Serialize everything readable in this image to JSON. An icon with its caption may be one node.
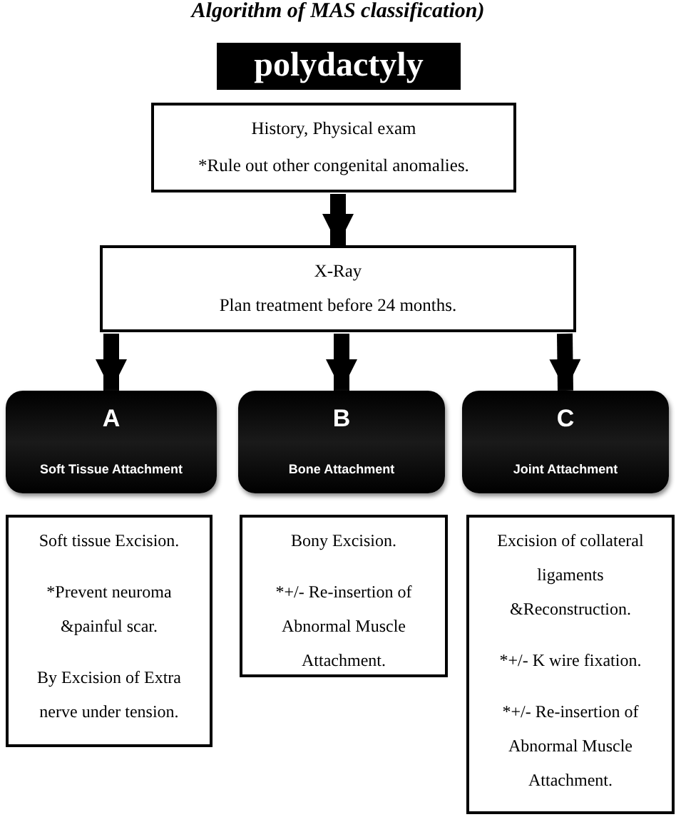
{
  "diagram": {
    "title": "Algorithm of MAS classification)",
    "nodes": [
      {
        "text": [
          "polydactyly"
        ]
      },
      {
        "text": [
          "History, Physical exam",
          "*Rule out other congenital anomalies."
        ]
      },
      {
        "text": [
          "X-Ray",
          "Plan treatment before 24 months."
        ]
      },
      {
        "text": [
          "A",
          "Soft Tissue Attachment"
        ]
      },
      {
        "text": [
          "B",
          "Bone Attachment"
        ]
      },
      {
        "text": [
          "C",
          "Joint Attachment"
        ]
      },
      {
        "text": [
          "Soft tissue Excision.",
          "*Prevent neuroma &painful scar.",
          "By Excision of Extra nerve under tension."
        ]
      },
      {
        "text": [
          "Bony Excision.",
          "*+/- Re-insertion of Abnormal Muscle Attachment."
        ]
      },
      {
        "text": [
          "Excision of collateral ligaments &Reconstruction.",
          "*+/-  K wire fixation.",
          "*+/- Re-insertion of Abnormal Muscle Attachment."
        ]
      }
    ],
    "edges": [
      {
        "from": 1,
        "to": 2,
        "arrow": "to"
      },
      {
        "from": 2,
        "to": 3,
        "arrow": "to"
      },
      {
        "from": 2,
        "to": 4,
        "arrow": "to"
      },
      {
        "from": 2,
        "to": 5,
        "arrow": "to"
      }
    ]
  }
}
